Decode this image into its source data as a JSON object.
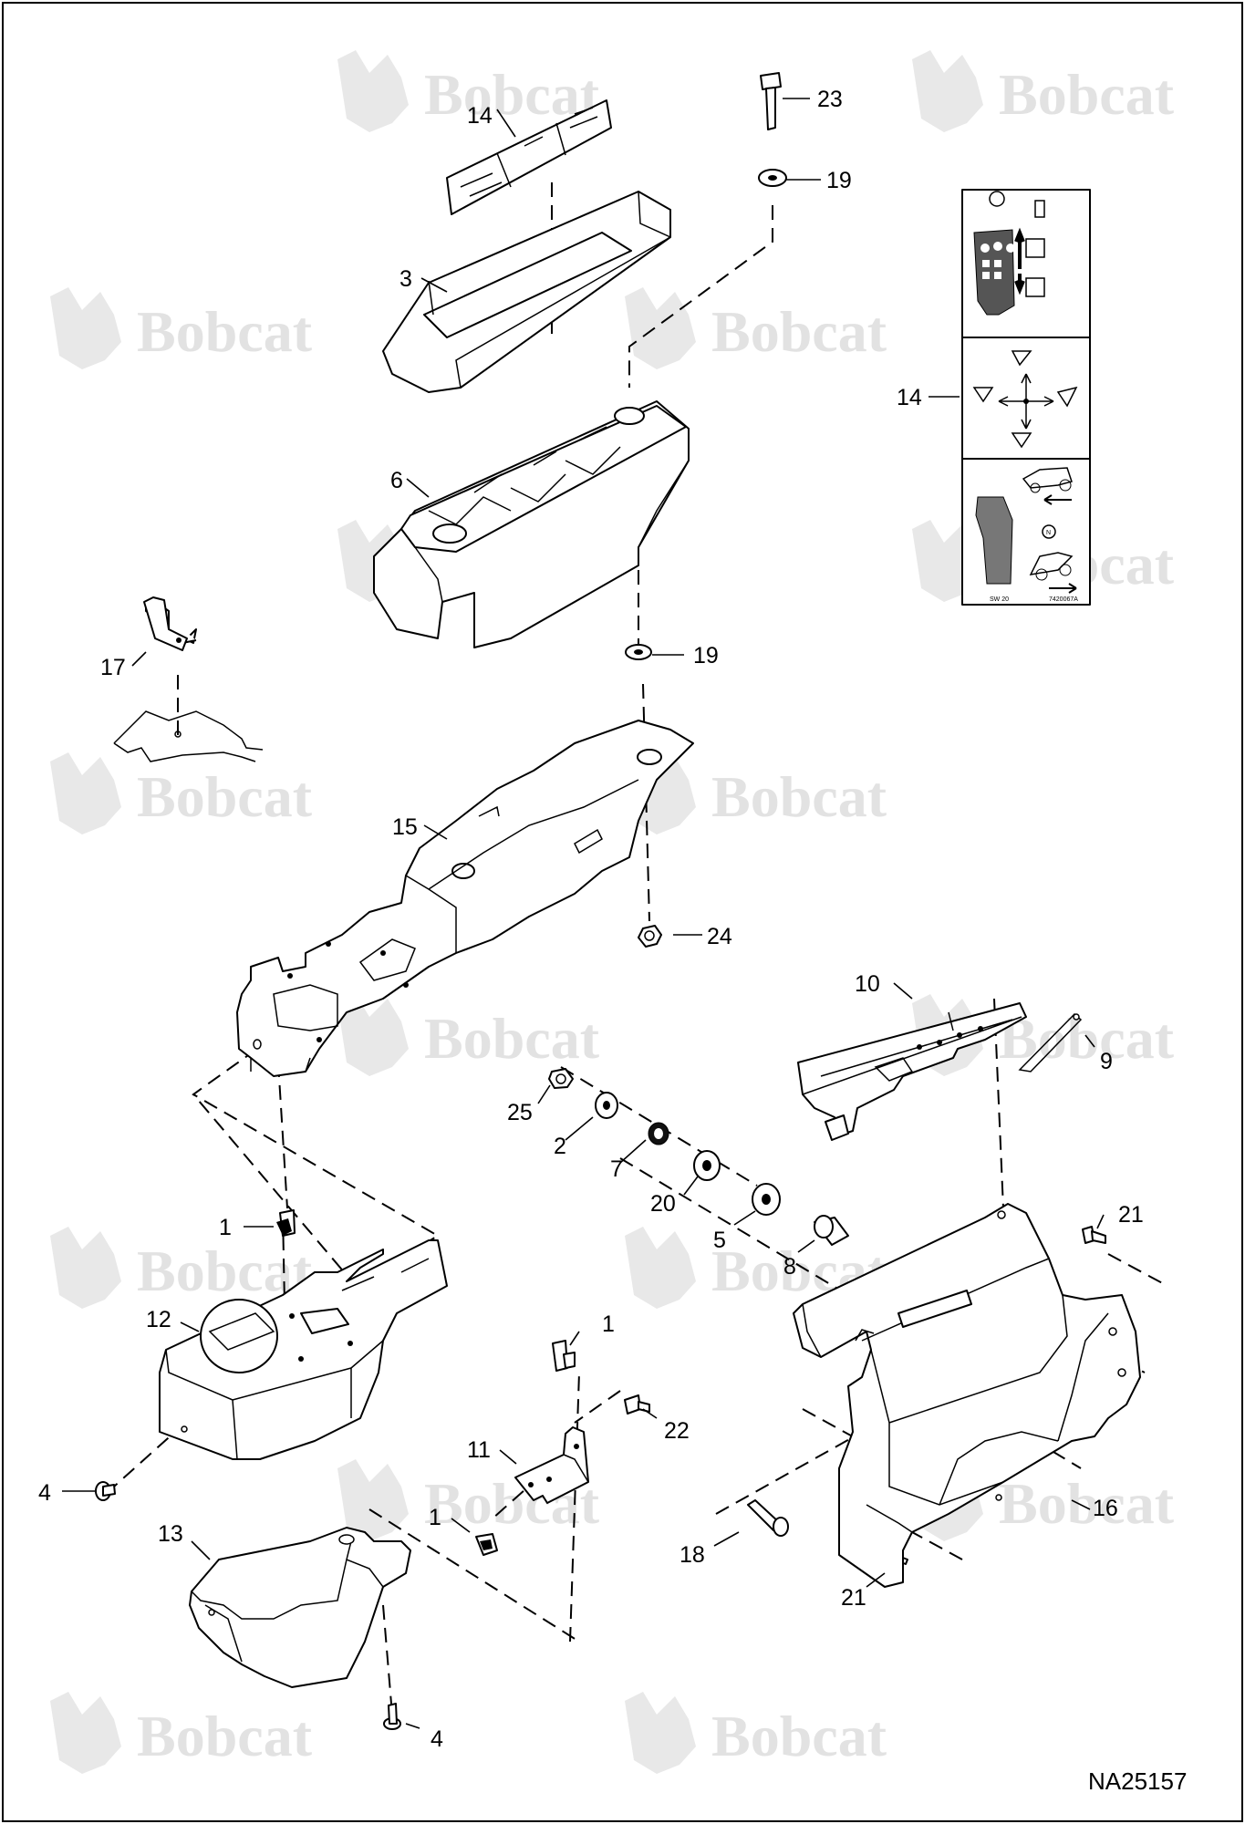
{
  "watermark": {
    "text": "Bobcat",
    "color": "#e2e2e2"
  },
  "drawing_number": "NA25157",
  "decal_panel": {
    "left_code": "SW 20",
    "right_code": "7420067A"
  },
  "callouts": [
    {
      "id": "c14a",
      "text": "14"
    },
    {
      "id": "c23",
      "text": "23"
    },
    {
      "id": "c19a",
      "text": "19"
    },
    {
      "id": "c3",
      "text": "3"
    },
    {
      "id": "c14b",
      "text": "14"
    },
    {
      "id": "c6",
      "text": "6"
    },
    {
      "id": "c17",
      "text": "17"
    },
    {
      "id": "c19b",
      "text": "19"
    },
    {
      "id": "c15",
      "text": "15"
    },
    {
      "id": "c24",
      "text": "24"
    },
    {
      "id": "c10",
      "text": "10"
    },
    {
      "id": "c9",
      "text": "9"
    },
    {
      "id": "c25",
      "text": "25"
    },
    {
      "id": "c2",
      "text": "2"
    },
    {
      "id": "c7",
      "text": "7"
    },
    {
      "id": "c20",
      "text": "20"
    },
    {
      "id": "c5",
      "text": "5"
    },
    {
      "id": "c8",
      "text": "8"
    },
    {
      "id": "c1a",
      "text": "1"
    },
    {
      "id": "c21a",
      "text": "21"
    },
    {
      "id": "c12",
      "text": "12"
    },
    {
      "id": "c1b",
      "text": "1"
    },
    {
      "id": "c22",
      "text": "22"
    },
    {
      "id": "c11",
      "text": "11"
    },
    {
      "id": "c4a",
      "text": "4"
    },
    {
      "id": "c1c",
      "text": "1"
    },
    {
      "id": "c16",
      "text": "16"
    },
    {
      "id": "c18",
      "text": "18"
    },
    {
      "id": "c13",
      "text": "13"
    },
    {
      "id": "c21b",
      "text": "21"
    },
    {
      "id": "c4b",
      "text": "4"
    }
  ]
}
